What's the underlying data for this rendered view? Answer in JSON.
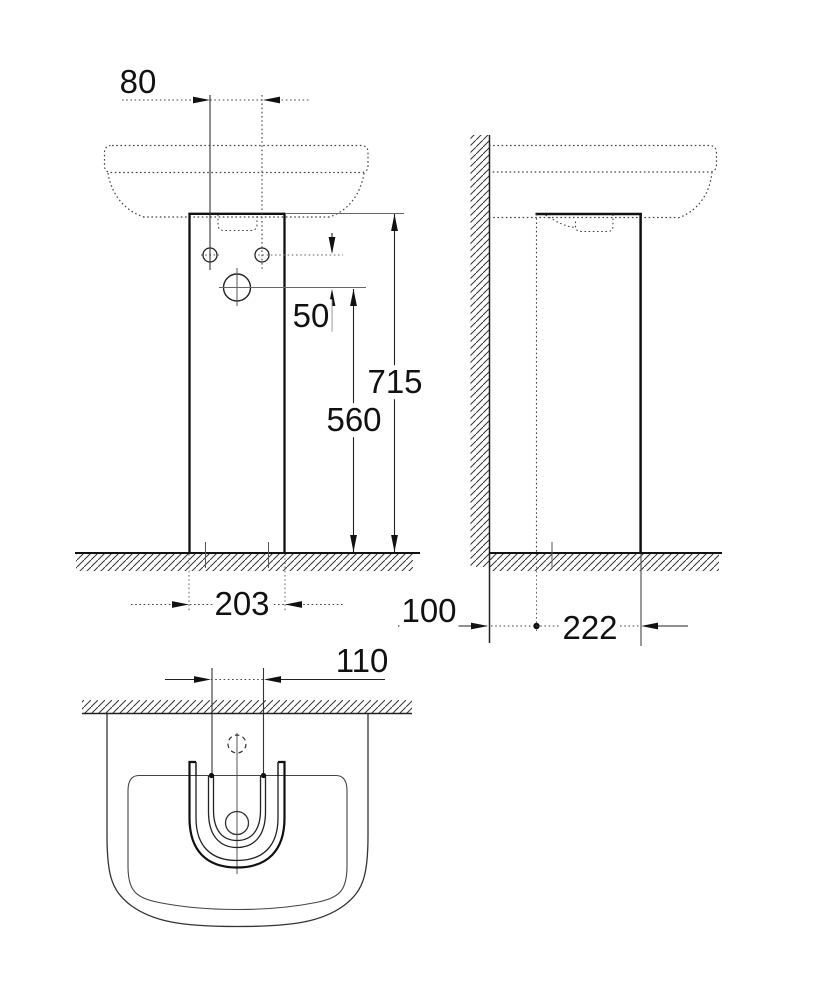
{
  "drawing": {
    "type": "technical-dimension-drawing",
    "views": {
      "front": "front-view",
      "side": "side-view",
      "plan": "plan-view"
    },
    "dimensions": {
      "front": {
        "hole_spacing": "80",
        "drain_offset": "50",
        "height_total": "715",
        "height_drain": "560",
        "pedestal_width": "203"
      },
      "side": {
        "wall_clearance": "100",
        "pedestal_depth": "222"
      },
      "plan": {
        "hole_spacing": "110"
      }
    },
    "colors": {
      "line": "#1a1a1a",
      "background": "#ffffff"
    }
  }
}
